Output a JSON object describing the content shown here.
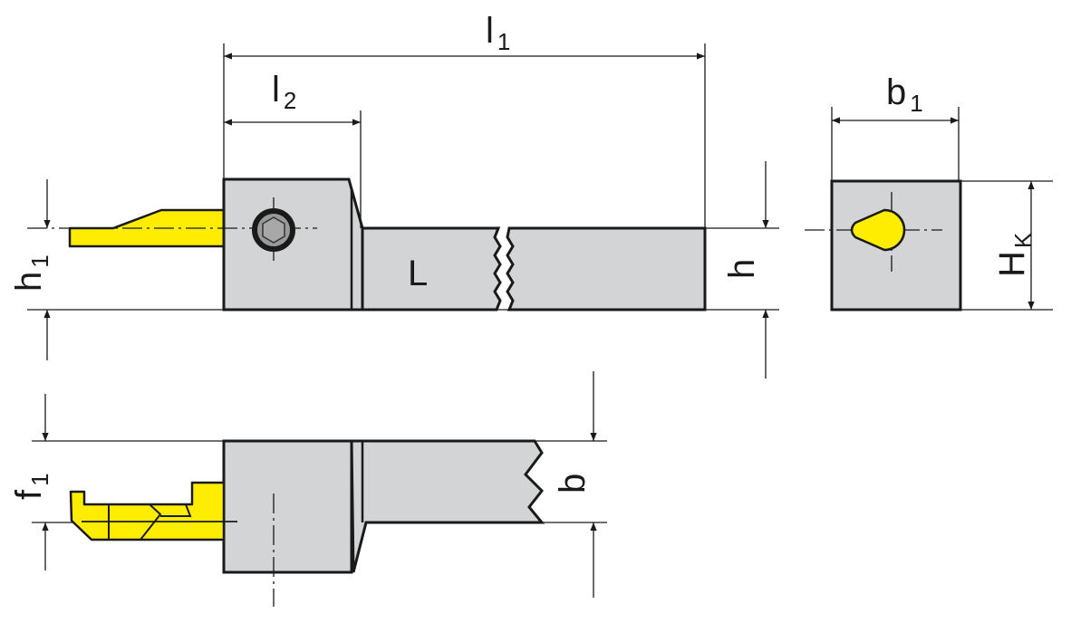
{
  "labels": {
    "l1": {
      "main": "l",
      "sub": "1"
    },
    "l2": {
      "main": "l",
      "sub": "2"
    },
    "h1": {
      "main": "h",
      "sub": "1"
    },
    "L": {
      "main": "L"
    },
    "h": {
      "main": "h"
    },
    "b1": {
      "main": "b",
      "sub": "1"
    },
    "HK": {
      "main": "H",
      "sub": "K"
    },
    "f1": {
      "main": "f",
      "sub": "1"
    },
    "b": {
      "main": "b"
    }
  },
  "colors": {
    "insert": "#ffed00",
    "body": "#d3d4d6",
    "line": "#1a1a1a"
  }
}
